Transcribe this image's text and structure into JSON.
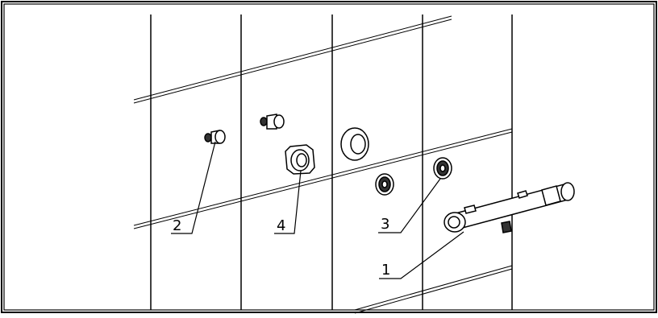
{
  "diagram": {
    "callouts": [
      {
        "id": "c1",
        "label": "1",
        "part": "thermostatic-shower-valve-bar"
      },
      {
        "id": "c2",
        "label": "2",
        "part": "wall-outlet-fitting-left"
      },
      {
        "id": "c3",
        "label": "3",
        "part": "threaded-wall-inlet"
      },
      {
        "id": "c4",
        "label": "4",
        "part": "wall-flange-nut"
      }
    ],
    "colors": {
      "stroke": "#000000",
      "background": "#ffffff",
      "hatch": "#333333"
    }
  }
}
